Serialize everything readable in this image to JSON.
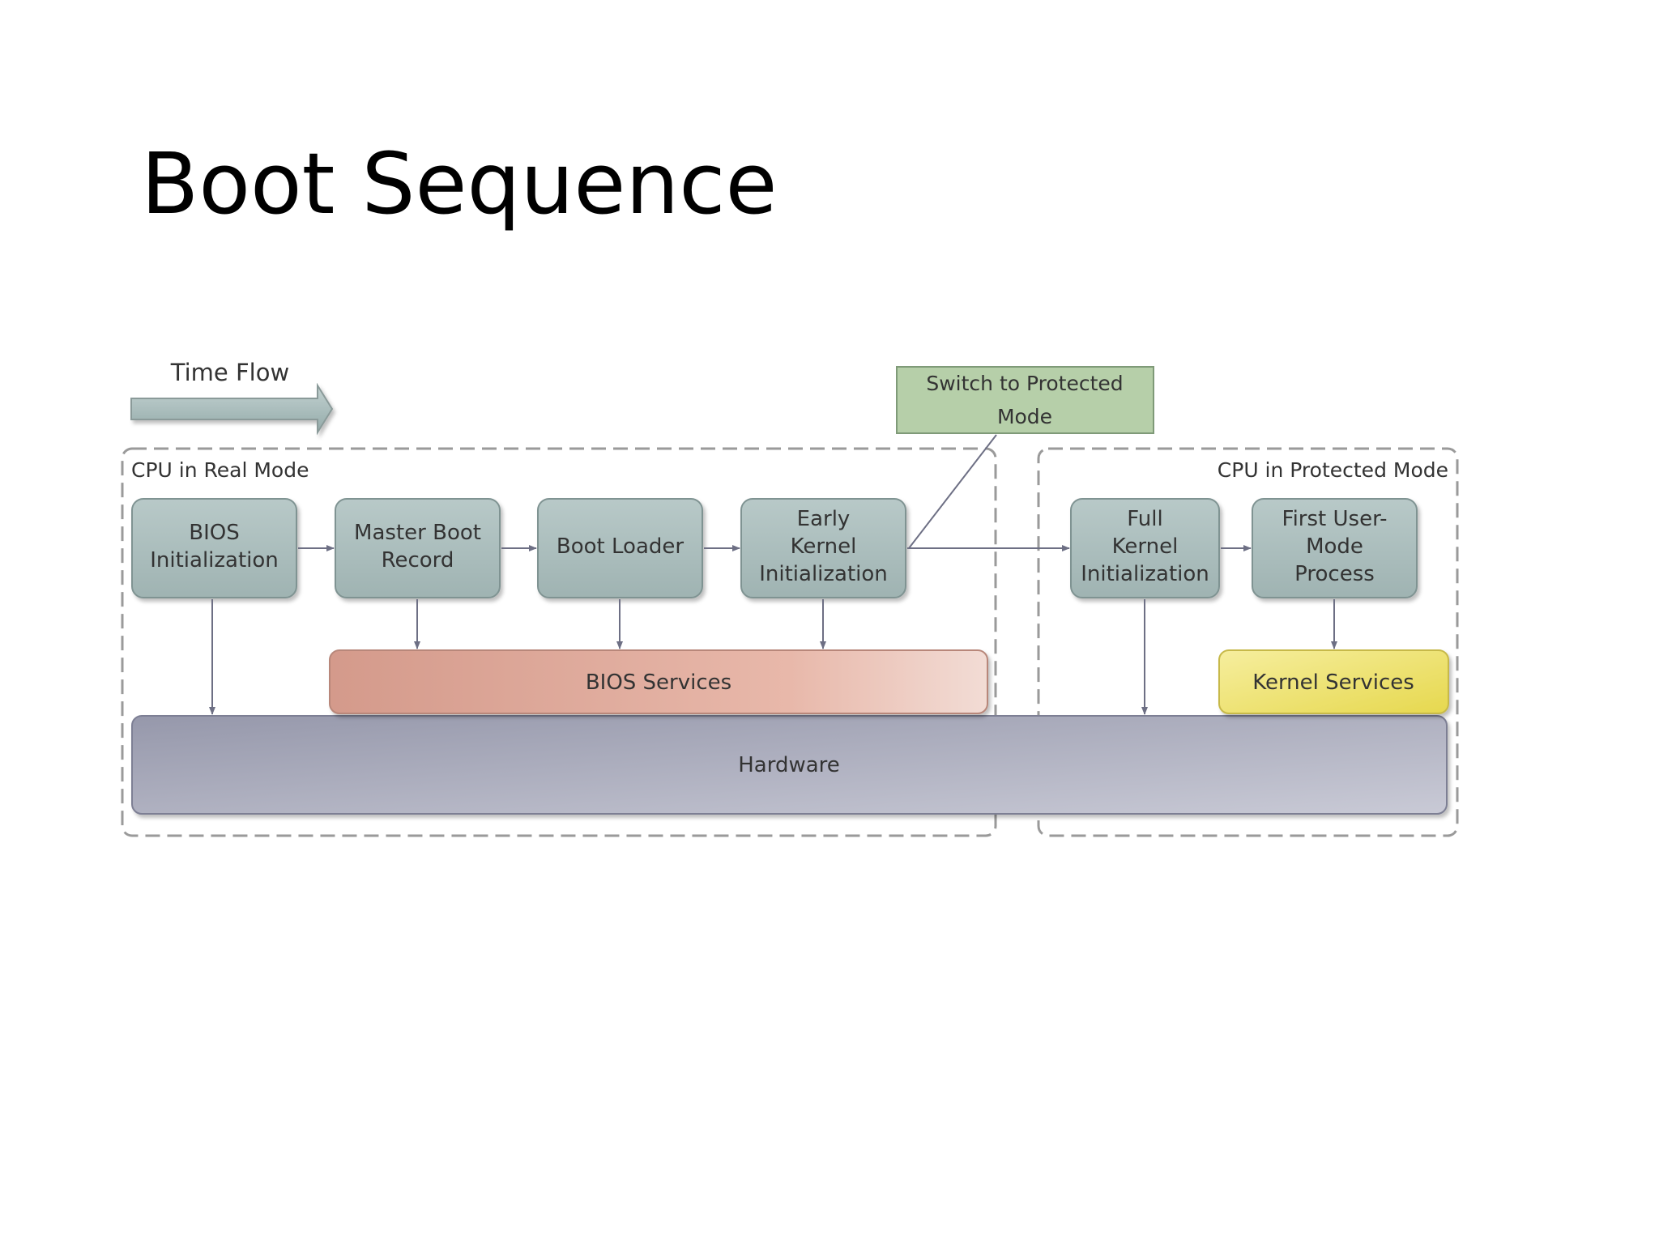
{
  "slide": {
    "title": "Boot Sequence"
  },
  "diagram": {
    "time_flow": "Time Flow",
    "zones": {
      "real": "CPU in Real Mode",
      "protected": "CPU in Protected Mode"
    },
    "callout": {
      "line1": "Switch to Protected",
      "line2": "Mode"
    },
    "stages": {
      "bios_init": [
        "BIOS",
        "Initialization"
      ],
      "mbr": [
        "Master Boot",
        "Record"
      ],
      "boot_loader": [
        "Boot Loader"
      ],
      "early_kernel": [
        "Early",
        "Kernel",
        "Initialization"
      ],
      "full_kernel": [
        "Full",
        "Kernel",
        "Initialization"
      ],
      "first_user": [
        "First User-",
        "Mode",
        "Process"
      ]
    },
    "layers": {
      "bios_services": "BIOS Services",
      "kernel_services": "Kernel Services",
      "hardware": "Hardware"
    }
  },
  "colors": {
    "stage_fill": "#a9bcbb",
    "callout_fill": "#b5cfa8",
    "bios_services_fill": "#d9a596",
    "kernel_services_fill": "#eedf7c",
    "hardware_fill": "#a6a8b8",
    "connector": "#6d6f84"
  }
}
